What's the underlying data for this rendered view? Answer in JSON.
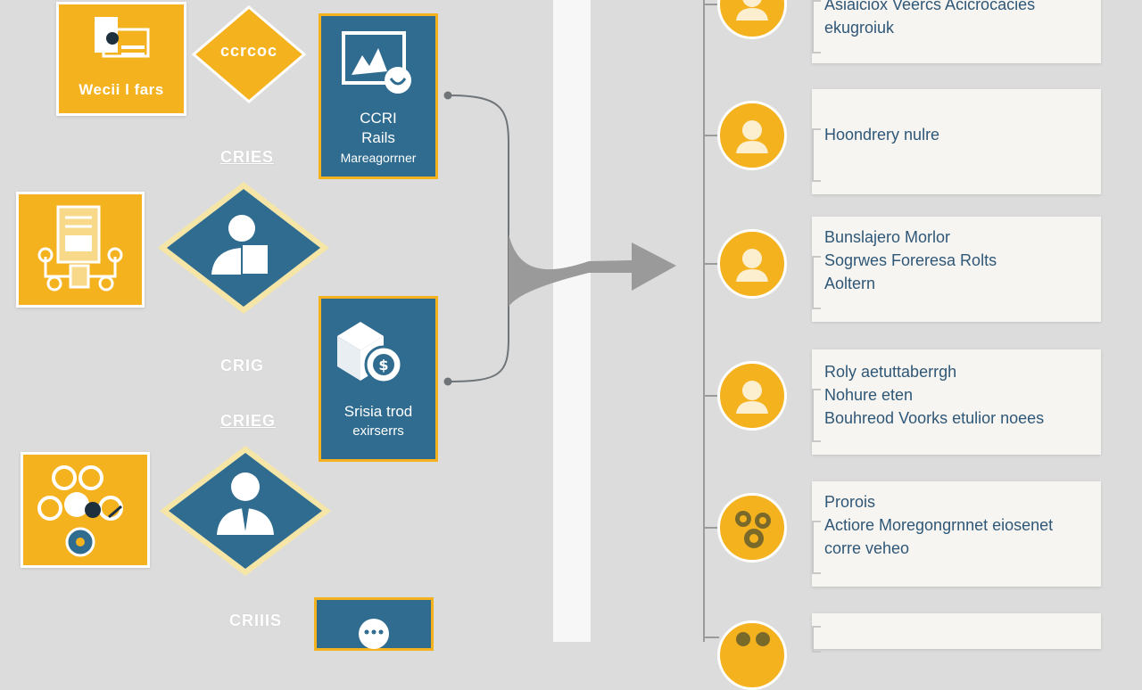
{
  "colors": {
    "accent_yellow": "#f5b21f",
    "accent_blue": "#2f6c8f",
    "text_blue": "#2f5777",
    "background": "#dcdcdc",
    "divider": "#f7f7f7",
    "card_white": "#f6f5f1"
  },
  "left_flow": {
    "box_1": {
      "icon": "document-presentation-icon",
      "caption": "Wecii l fars"
    },
    "diamond_1": {
      "label": "ccrcoc"
    },
    "card_1": {
      "icon": "image-chart-icon",
      "lines": [
        "CCRI",
        "Rails",
        "Mareagorrner"
      ]
    },
    "label_1": "CRIES",
    "box_2": {
      "icon": "document-network-icon"
    },
    "diamond_2": {
      "icon": "person-laptop-icon"
    },
    "label_2": "CRIG",
    "label_3": "CRIEG",
    "card_2": {
      "icon": "money-box-icon",
      "lines": [
        "Srisia trod",
        "exirserrs"
      ]
    },
    "box_3": {
      "icon": "gears-team-icon"
    },
    "diamond_3": {
      "icon": "person-suit-icon"
    },
    "label_4": "CRIIIS",
    "card_3": {
      "icon": "chat-bubble-icon"
    }
  },
  "right_list": {
    "items": [
      {
        "avatar": "person-avatar-icon",
        "lines": [
          "Asiaiciox Veercs Acicrocacies",
          "ekugroiuk"
        ]
      },
      {
        "avatar": "person-avatar-icon",
        "lines": [
          "Hoondrery nulre"
        ]
      },
      {
        "avatar": "person-avatar-icon",
        "lines": [
          "Bunslajero Morlor",
          "Sogrwes Foreresa Rolts",
          "Aoltern"
        ]
      },
      {
        "avatar": "person-avatar-icon",
        "lines": [
          "Roly aetuttaberrgh",
          "Nohure eten",
          "Bouhreod Voorks etulior noees"
        ]
      },
      {
        "avatar": "gears-team-icon",
        "lines": [
          "Prorois",
          "Actiore Moregongrnnet eiosenet",
          "corre veheo"
        ]
      },
      {
        "avatar": "gears-team-icon",
        "lines": []
      }
    ]
  }
}
